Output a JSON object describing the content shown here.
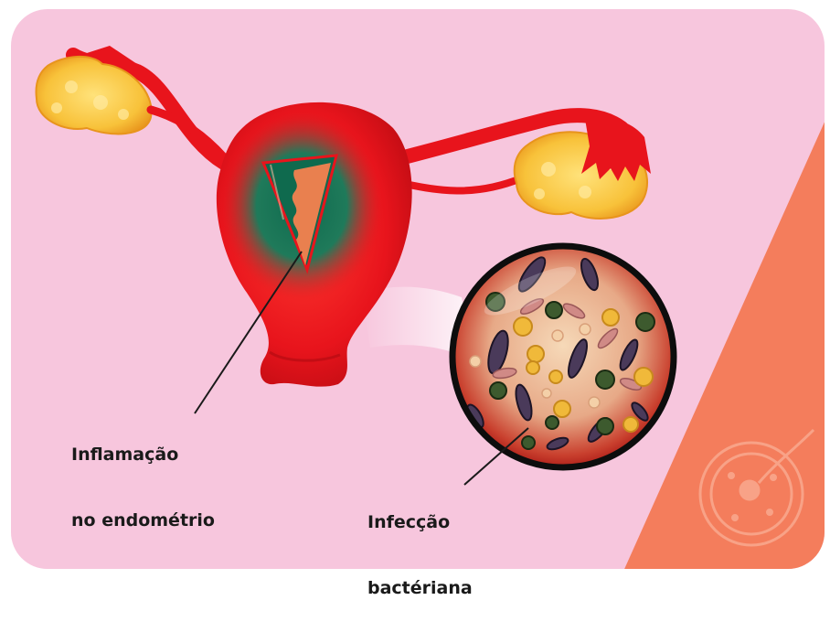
{
  "colors": {
    "background": "#f7c6dd",
    "accent_corner": "#f47d5c",
    "uterus_red": "#e8141c",
    "ovary_yellow": "#f8c23a",
    "inflammation_green": "#1f7a5a",
    "endometrium_orange": "#e9804f",
    "bacteria_outline": "#0d0d0d",
    "label_text": "#1a1a1a"
  },
  "labels": {
    "inflammation": [
      "Inflamação",
      "no endométrio"
    ],
    "infection": [
      "Infecção",
      "bactériana"
    ]
  },
  "icons": [
    "uterus-illustration",
    "ovary-icon",
    "bacteria-magnifier-icon",
    "sperm-egg-watermark-icon"
  ]
}
